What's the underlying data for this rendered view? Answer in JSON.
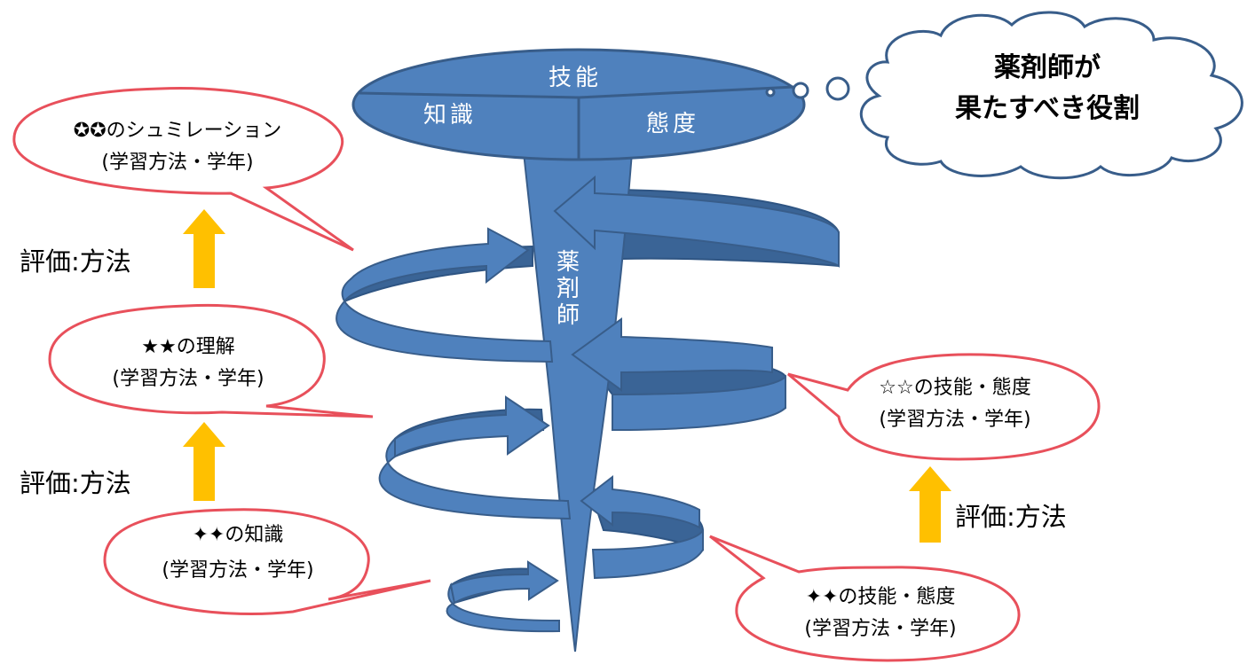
{
  "ellipse": {
    "top_label": "技能",
    "left_label": "知識",
    "right_label": "態度"
  },
  "funnel_label": [
    "薬",
    "剤",
    "師"
  ],
  "cloud": {
    "line1": "薬剤師が",
    "line2": "果たすべき役割"
  },
  "bubbles": {
    "simulation": {
      "line1": "✪✪のシュミレーション",
      "line2": "(学習方法・学年)"
    },
    "understanding": {
      "line1": "★★の理解",
      "line2": "(学習方法・学年)"
    },
    "knowledge": {
      "line1": "✦✦の知識",
      "line2": "(学習方法・学年)"
    },
    "skill_upper": {
      "line1": "☆☆の技能・態度",
      "line2": "(学習方法・学年)"
    },
    "skill_lower": {
      "line1": "✦✦の技能・態度",
      "line2": "(学習方法・学年)"
    }
  },
  "evaluation_labels": {
    "left_upper": "評価:方法",
    "left_lower": "評価:方法",
    "right": "評価:方法"
  },
  "colors": {
    "blue_fill": "#4f81bd",
    "blue_dark": "#3a6496",
    "blue_stroke": "#385d8a",
    "bubble_stroke": "#e8505b",
    "arrow_orange": "#ffc000"
  }
}
